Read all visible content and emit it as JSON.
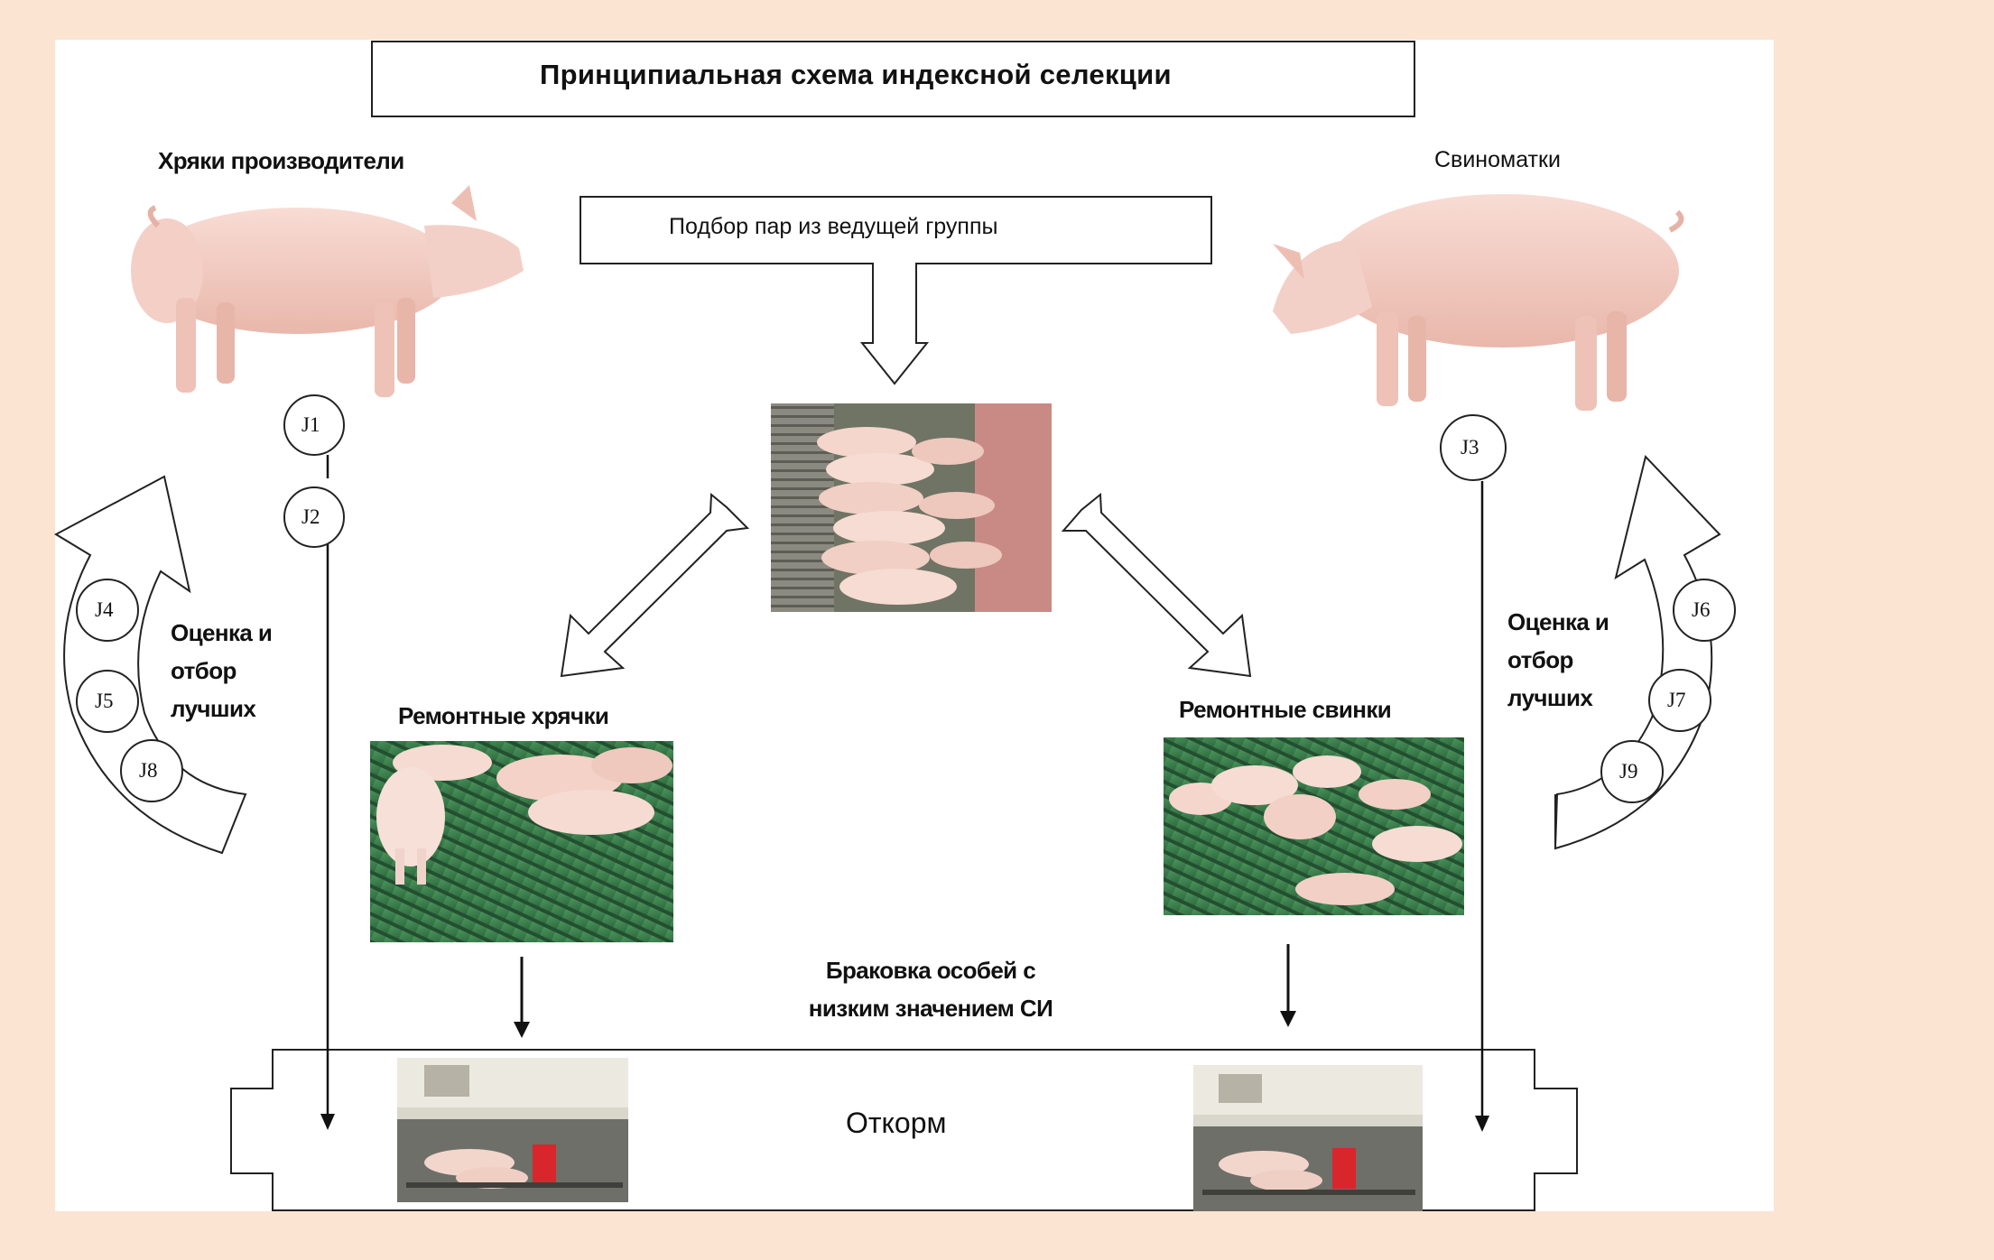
{
  "title": "Принципиальная схема индексной селекции",
  "boars_label": "Хряки производители",
  "sows_label": "Свиноматки",
  "pair_selection": "Подбор пар из ведущей группы",
  "young_boars_label": "Ремонтные хрячки",
  "young_gilts_label": "Ремонтные свинки",
  "culling_label": "Браковка особей с низким значением СИ",
  "fattening_label": "Откорм",
  "evaluation_left": "Оценка и отбор лучших",
  "evaluation_right": "Оценка и отбор лучших",
  "indices": {
    "j1": "J1",
    "j2": "J2",
    "j3": "J3",
    "j4": "J4",
    "j5": "J5",
    "j8": "J8",
    "j6": "J6",
    "j7": "J7",
    "j9": "J9"
  },
  "colors": {
    "page_bg": "#fce4d2",
    "panel_bg": "#ffffff",
    "stroke": "#222222",
    "pig_pink": "#f2c9bf",
    "floor_green": "#3f7f4e"
  }
}
